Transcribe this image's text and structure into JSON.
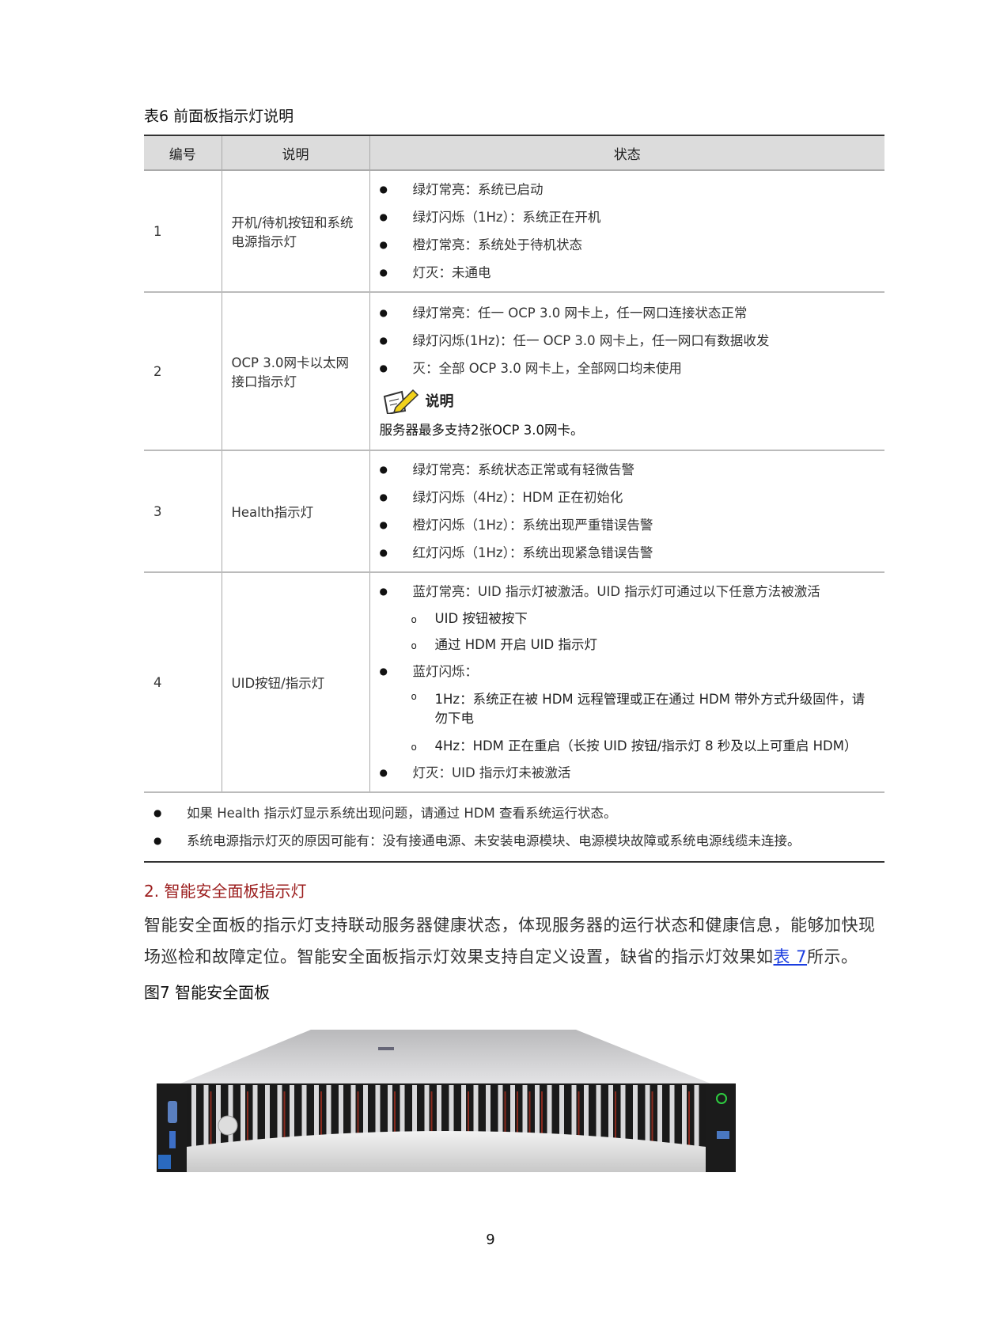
{
  "table": {
    "caption": "表6 前面板指示灯说明",
    "headers": [
      "编号",
      "说明",
      "状态"
    ],
    "rows": [
      {
        "num": "1",
        "desc": "开机/待机按钮和系统电源指示灯",
        "states": [
          "绿灯常亮：系统已启动",
          "绿灯闪烁（1Hz）：系统正在开机",
          "橙灯常亮：系统处于待机状态",
          "灯灭：未通电"
        ]
      },
      {
        "num": "2",
        "desc": "OCP 3.0网卡以太网接口指示灯",
        "states": [
          "绿灯常亮：任一 OCP 3.0 网卡上，任一网口连接状态正常",
          "绿灯闪烁(1Hz)：任一 OCP 3.0 网卡上，任一网口有数据收发",
          "灭：全部 OCP 3.0 网卡上，全部网口均未使用"
        ],
        "note_title": "说明",
        "note_text": "服务器最多支持2张OCP 3.0网卡。"
      },
      {
        "num": "3",
        "desc": "Health指示灯",
        "states": [
          "绿灯常亮：系统状态正常或有轻微告警",
          "绿灯闪烁（4Hz）：HDM 正在初始化",
          "橙灯闪烁（1Hz）：系统出现严重错误告警",
          "红灯闪烁（1Hz）：系统出现紧急错误告警"
        ]
      },
      {
        "num": "4",
        "desc": "UID按钮/指示灯",
        "state1": "蓝灯常亮：UID 指示灯被激活。UID 指示灯可通过以下任意方法被激活",
        "sub1": [
          "UID 按钮被按下",
          "通过 HDM 开启 UID 指示灯"
        ],
        "state2": "蓝灯闪烁：",
        "sub2": [
          "1Hz：系统正在被 HDM 远程管理或正在通过 HDM 带外方式升级固件，请勿下电",
          "4Hz：HDM 正在重启（长按 UID 按钮/指示灯 8 秒及以上可重启 HDM）"
        ],
        "state3": "灯灭：UID 指示灯未被激活"
      }
    ],
    "notes": [
      "如果 Health 指示灯显示系统出现问题，请通过 HDM 查看系统运行状态。",
      "系统电源指示灯灭的原因可能有：没有接通电源、未安装电源模块、电源模块故障或系统电源线缆未连接。"
    ]
  },
  "section": {
    "title": "2. 智能安全面板指示灯",
    "para_line1": "智能安全面板的指示灯支持联动服务器健康状态，体现服务器的运行状态和健康信息，能够加快现",
    "para_line2_pre": "场巡检和故障定位。智能安全面板指示灯效果支持自定义设置，缺省的指示灯效果如",
    "para_link": "表 7",
    "para_line2_post": "所示。",
    "link_color": "#1a3de0",
    "title_color": "#9b1c1c"
  },
  "figure": {
    "caption": "图7 智能安全面板"
  },
  "page_number": "9"
}
